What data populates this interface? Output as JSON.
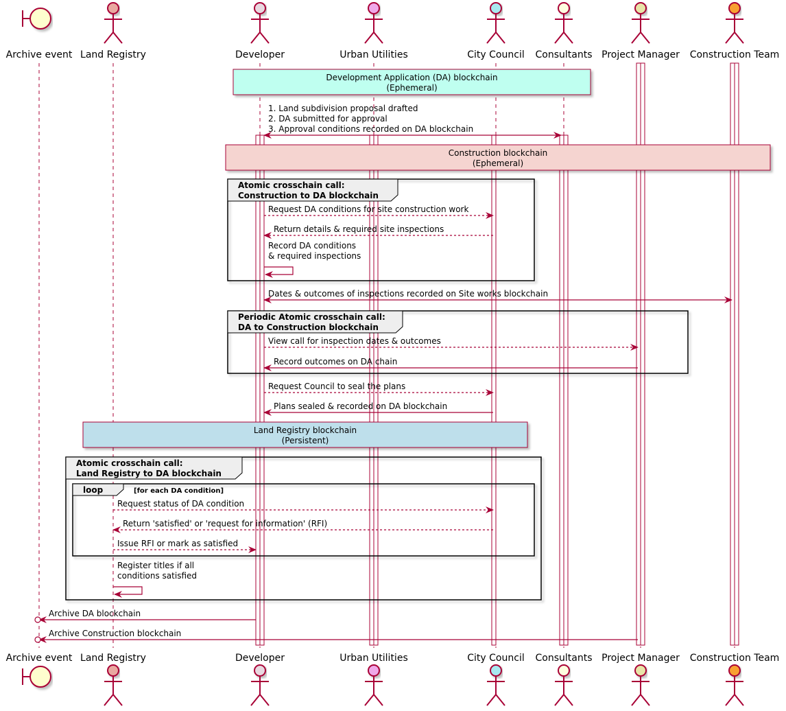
{
  "participants": [
    {
      "id": "archive",
      "label": "Archive event",
      "kind": "boundary",
      "fill": "#FEFECE"
    },
    {
      "id": "landreg",
      "label": "Land Registry",
      "kind": "actor",
      "fill": "#E9A8A0"
    },
    {
      "id": "developer",
      "label": "Developer",
      "kind": "actor",
      "fill": "#E8D8E0"
    },
    {
      "id": "utilities",
      "label": "Urban Utilities",
      "kind": "actor",
      "fill": "#EFA8E8"
    },
    {
      "id": "council",
      "label": "City Council",
      "kind": "actor",
      "fill": "#A8E8F0"
    },
    {
      "id": "consultants",
      "label": "Consultants",
      "kind": "actor",
      "fill": "#FEFEE0"
    },
    {
      "id": "pm",
      "label": "Project Manager",
      "kind": "actor",
      "fill": "#E8E4A8"
    },
    {
      "id": "construction",
      "label": "Construction Team",
      "kind": "actor",
      "fill": "#F8A030"
    }
  ],
  "notes": [
    {
      "lines": [
        "Development Application (DA) blockchain",
        "(Ephemeral)"
      ],
      "fill": "#BFFFF0"
    },
    {
      "lines": [
        "Construction blockchain",
        "(Ephemeral)"
      ],
      "fill": "#F5D4D0"
    },
    {
      "lines": [
        "Land Registry blockchain",
        "(Persistent)"
      ],
      "fill": "#BEDFEB"
    }
  ],
  "frames": [
    {
      "lines": [
        "Atomic crosschain call:",
        "Construction to DA blockchain"
      ]
    },
    {
      "lines": [
        "Periodic Atomic crosschain call:",
        "DA to Construction blockchain"
      ]
    },
    {
      "lines": [
        "Atomic crosschain call:",
        "Land Registry to DA blockchain"
      ]
    },
    {
      "lines": [
        "loop"
      ],
      "guard": "[for each DA condition]"
    }
  ],
  "messages": [
    {
      "lines": [
        "1. Land subdivision proposal drafted",
        "2. DA submitted for approval",
        "3. Approval conditions recorded on DA blockchain"
      ],
      "from": "developer",
      "to": "consultants",
      "style": "solid",
      "both": true
    },
    {
      "lines": [
        "Request DA conditions for site construction work"
      ],
      "from": "developer",
      "to": "council",
      "style": "dashed"
    },
    {
      "lines": [
        "Return details & required site inspections"
      ],
      "from": "council",
      "to": "developer",
      "style": "dashed"
    },
    {
      "lines": [
        "Record DA conditions",
        "& required inspections"
      ],
      "from": "developer",
      "to": "developer",
      "style": "self"
    },
    {
      "lines": [
        "Dates & outcomes of inspections recorded on Site works blockchain"
      ],
      "from": "developer",
      "to": "construction",
      "style": "solid",
      "both": true
    },
    {
      "lines": [
        "View call for inspection dates & outcomes"
      ],
      "from": "developer",
      "to": "pm",
      "style": "dashed"
    },
    {
      "lines": [
        "Record outcomes on DA chain"
      ],
      "from": "pm",
      "to": "developer",
      "style": "solid"
    },
    {
      "lines": [
        "Request Council to seal the plans"
      ],
      "from": "developer",
      "to": "council",
      "style": "dashed"
    },
    {
      "lines": [
        "Plans sealed & recorded on DA blockchain"
      ],
      "from": "council",
      "to": "developer",
      "style": "solid"
    },
    {
      "lines": [
        "Request status of DA condition"
      ],
      "from": "landreg",
      "to": "council",
      "style": "dashed"
    },
    {
      "lines": [
        "Return 'satisfied' or 'request for information' (RFI)"
      ],
      "from": "council",
      "to": "landreg",
      "style": "dashed"
    },
    {
      "lines": [
        "Issue RFI or mark as satisfied"
      ],
      "from": "landreg",
      "to": "developer",
      "style": "dashed"
    },
    {
      "lines": [
        "Register titles if all",
        "conditions satisfied"
      ],
      "from": "landreg",
      "to": "landreg",
      "style": "self"
    },
    {
      "lines": [
        "Archive DA blockchain"
      ],
      "from": "developer",
      "to": "archive",
      "style": "solid-lost"
    },
    {
      "lines": [
        "Archive Construction blockchain"
      ],
      "from": "pm",
      "to": "archive",
      "style": "solid-lost"
    }
  ],
  "colors": {
    "line": "#A80036",
    "actor_stroke": "#A80036",
    "frame_stroke": "#000000",
    "frame_tab": "#EEEEEE",
    "note_stroke": "#A80036",
    "activation_fill": "#FFFFFF"
  }
}
